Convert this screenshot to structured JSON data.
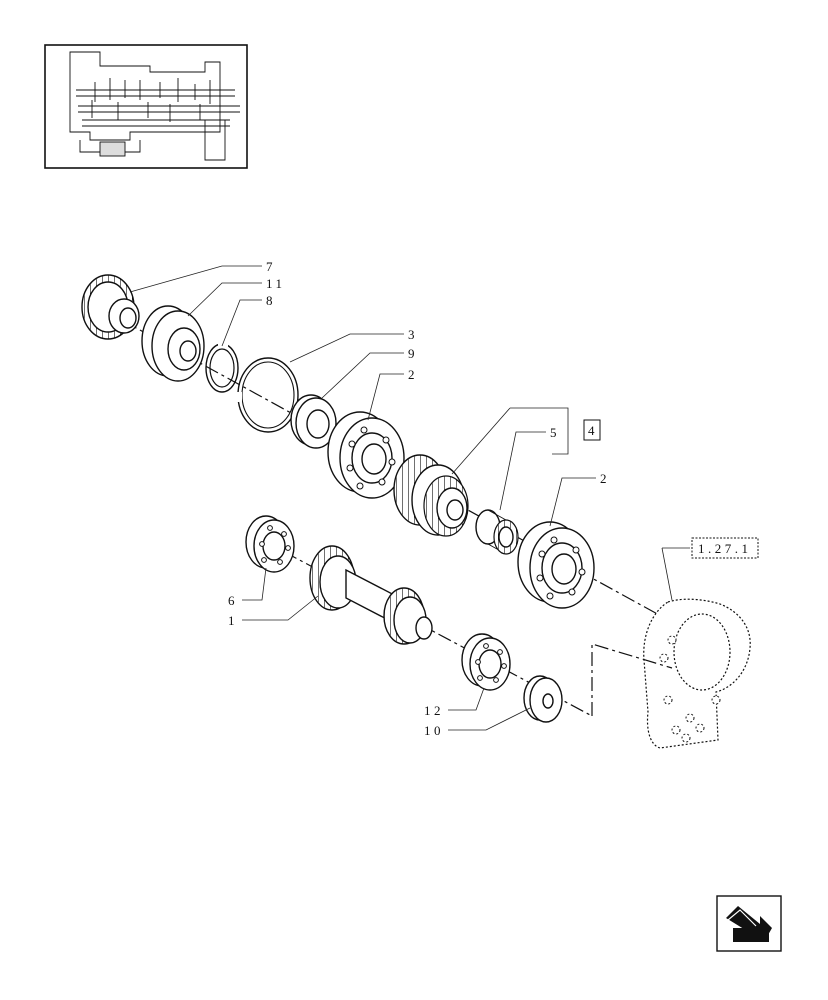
{
  "callouts": {
    "c7": "7",
    "c11": "11",
    "c8": "8",
    "c3": "3",
    "c9": "9",
    "c2a": "2",
    "c5": "5",
    "c4": "4",
    "c2b": "2",
    "c127": "1.27.1",
    "c6": "6",
    "c1": "1",
    "c12": "12",
    "c10": "10"
  },
  "icons": {
    "thumbnail": "transmission-locator-thumbnail",
    "nav": "next-page-arrow-icon"
  }
}
